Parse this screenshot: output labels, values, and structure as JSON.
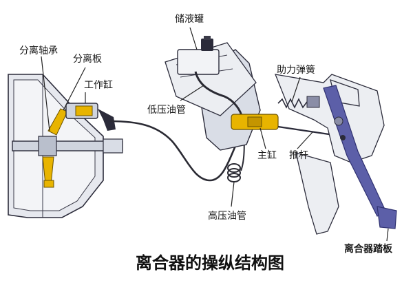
{
  "title": "离合器的操纵结构图",
  "labels": {
    "separation_bearing": "分离轴承",
    "separation_plate": "分离板",
    "working_cylinder": "工作缸",
    "reservoir": "储液罐",
    "low_pressure_pipe": "低压油管",
    "booster_spring": "助力弹簧",
    "master_cylinder": "主缸",
    "push_rod": "推杆",
    "high_pressure_pipe": "高压油管",
    "clutch_pedal": "离合器踏板"
  },
  "colors": {
    "line_art": "#2b2b3a",
    "metal_light": "#d9dde6",
    "metal_mid": "#b9bfcc",
    "hydraulic_yellow": "#e8b400",
    "pedal_blue": "#5c5fa8",
    "pipe": "#2a2a33",
    "leader": "#222222"
  }
}
